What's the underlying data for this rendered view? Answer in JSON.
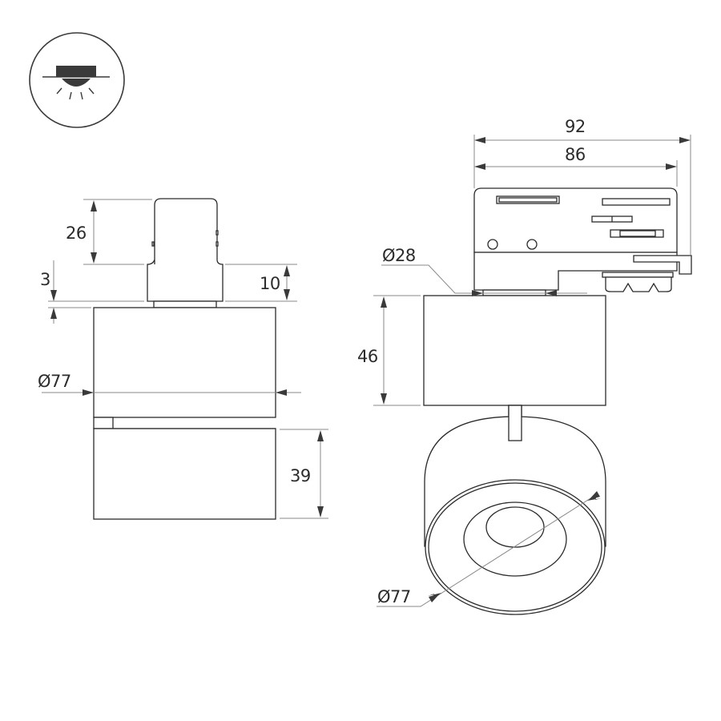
{
  "icon": {
    "name": "ceiling-spotlight-icon",
    "description": "track-mounted spotlight symbol"
  },
  "side_view": {
    "dimensions": {
      "adapter_height": "26",
      "collar_height": "10",
      "gap": "3",
      "diameter": "Ø77",
      "head_height": "39"
    }
  },
  "front_view": {
    "dimensions": {
      "overall_width": "92",
      "adapter_width": "86",
      "stem_diameter": "Ø28",
      "body_height": "46",
      "lens_diameter": "Ø77"
    }
  },
  "colors": {
    "line": "#2b2b2b",
    "dimension_line": "#8a8a8a",
    "background": "#ffffff"
  }
}
